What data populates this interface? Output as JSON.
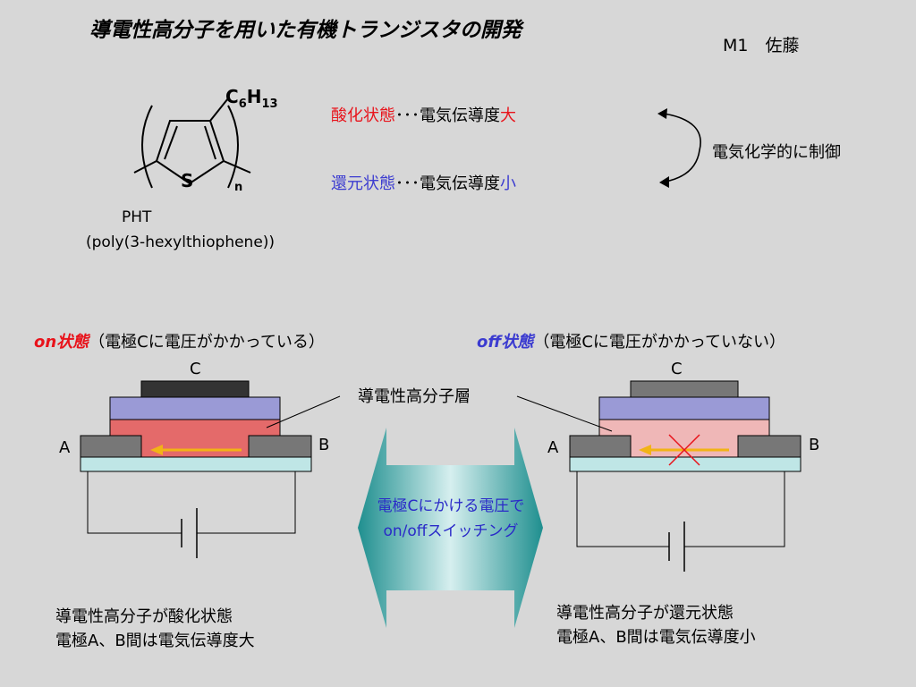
{
  "title": "導電性高分子を用いた有機トランジスタの開発",
  "author": "M1　佐藤",
  "molecule": {
    "substituent_base": "C",
    "substituent_sub1": "6",
    "substituent_mid": "H",
    "substituent_sub2": "13",
    "sulfur": "S",
    "repeat": "n",
    "name": "PHT",
    "fullname": "(poly(3-hexylthiophene))"
  },
  "states": {
    "oxidized": {
      "label": "酸化状態",
      "dots": "･･･電気伝導度",
      "value": "大"
    },
    "reduced": {
      "label": "還元状態",
      "dots": "･･･電気伝導度",
      "value": "小"
    },
    "control": "電気化学的に制御"
  },
  "on_state": {
    "label": "on状態",
    "desc": "（電極Cに電圧がかかっている）"
  },
  "off_state": {
    "label": "off状態",
    "desc": "（電極Cに電圧がかかっていない）"
  },
  "device_labels": {
    "gate": "C",
    "source": "A",
    "drain": "B",
    "layer": "導電性高分子層"
  },
  "arrow_text": {
    "line1": "電極Cにかける電圧で",
    "line2": "on/offスイッチング"
  },
  "captions": {
    "left_line1": "導電性高分子が酸化状態",
    "left_line2": "電極A、B間は電気伝導度大",
    "right_line1": "導電性高分子が還元状態",
    "right_line2": "電極A、B間は電気伝導度小"
  },
  "colors": {
    "on_layer": "#e46a6a",
    "off_layer": "#efb7b7",
    "purple_layer": "#9a9ad6",
    "substrate": "#bfe6e6",
    "electrode": "#777777",
    "gate_on": "#333333",
    "gate_off": "#777777",
    "current_arrow": "#f2b316",
    "cross": "#e8131b",
    "big_arrow_start": "#1f8f8f",
    "big_arrow_end": "#bfe6e6"
  }
}
